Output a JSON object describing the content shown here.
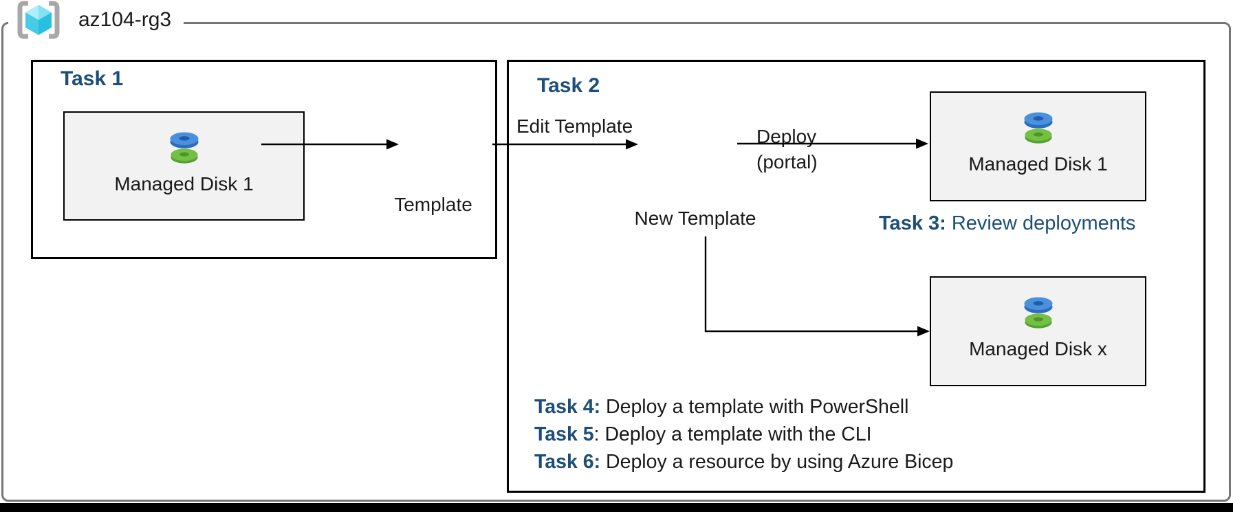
{
  "resource_group": {
    "name": "az104-rg3",
    "icon": "resource-group-icon"
  },
  "task1": {
    "title": "Task 1",
    "disk_box": {
      "label": "Managed Disk 1",
      "icon": "managed-disk-icon"
    },
    "template": {
      "file_type": "JSON",
      "label": "Template",
      "icon": "json-file-icon"
    }
  },
  "task2": {
    "title": "Task 2",
    "edit_arrow_label": "Edit Template",
    "new_template": {
      "file_type": "JSON",
      "label": "New Template",
      "icon": "json-file-icon"
    },
    "deploy_arrow_label": {
      "line1": "Deploy",
      "line2": "(portal)"
    },
    "disk_box_top": {
      "label": "Managed Disk 1",
      "icon": "managed-disk-icon"
    },
    "disk_box_bottom": {
      "label": "Managed Disk x",
      "icon": "managed-disk-icon"
    },
    "task3_note": {
      "label": "Task 3:",
      "text": " Review deployments"
    },
    "task_list": [
      {
        "label": "Task 4:",
        "text": " Deploy a template with PowerShell"
      },
      {
        "label": "Task 5",
        "text": ": Deploy a template with the CLI"
      },
      {
        "label": "Task 6:",
        "text": " Deploy a resource by using Azure Bicep"
      }
    ]
  },
  "colors": {
    "heading_blue": "#1c4e79",
    "json_outline_blue": "#1a5aad",
    "json_text_blue": "#2e93d9",
    "disk_blue": "#4a90dc",
    "disk_green": "#75c044",
    "cube_cyan": "#45cce9",
    "outer_border_gray": "#767676",
    "disk_box_fill": "#f2f2f2"
  }
}
